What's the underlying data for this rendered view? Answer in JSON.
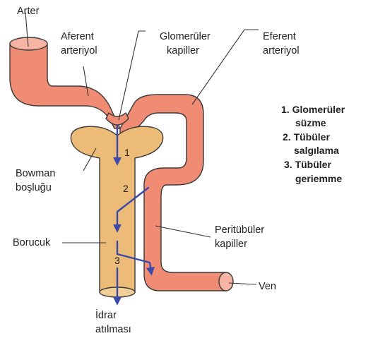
{
  "labels": {
    "arter": "Arter",
    "afferent_1": "Aferent",
    "afferent_2": "arteriyol",
    "glomerular_1": "Glomerüler",
    "glomerular_2": "kapiller",
    "efferent_1": "Eferent",
    "efferent_2": "arteriyol",
    "bowman_1": "Bowman",
    "bowman_2": "boşluğu",
    "tubule": "Borucuk",
    "peritubular_1": "Peritübüler",
    "peritubular_2": "kapiller",
    "vein": "Ven",
    "excretion_1": "İdrar",
    "excretion_2": "atılması"
  },
  "flow_numbers": [
    "1",
    "2",
    "3"
  ],
  "legend": {
    "item1_line1": "1. Glomerüler",
    "item1_line2": "süzme",
    "item2_line1": "2. Tübüler",
    "item2_line2": "salgılama",
    "item3_line1": "3. Tübüler",
    "item3_line2": "geriemme"
  },
  "colors": {
    "vessel": "#f08c74",
    "vessel_light": "#f6b4a3",
    "tubule": "#ecbb78",
    "tubule_top": "#f3cf98",
    "flow_arrow": "#3b4aa8",
    "outline": "#3a3a3a"
  }
}
